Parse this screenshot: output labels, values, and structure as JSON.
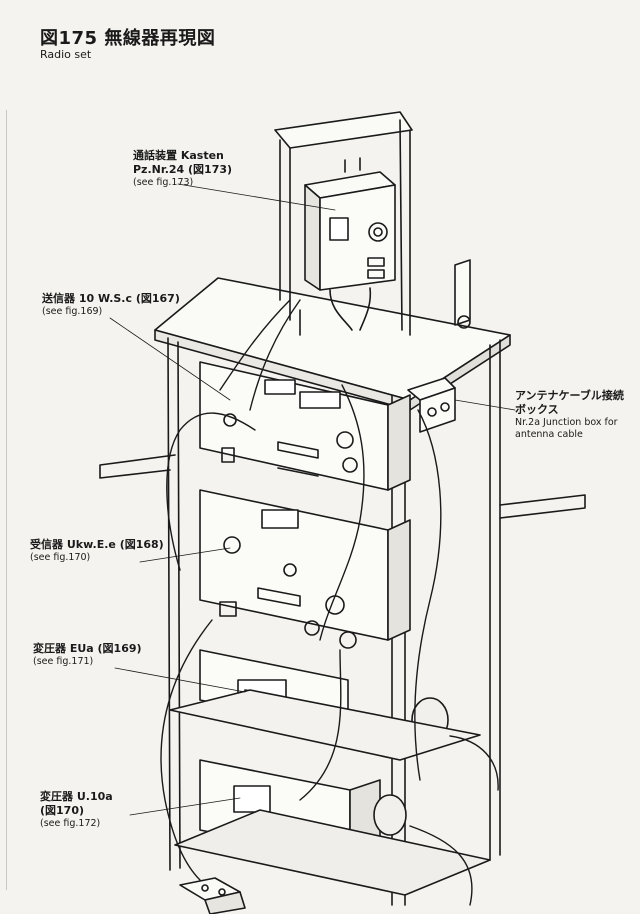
{
  "figure": {
    "title": "図175 無線器再現図",
    "subtitle": "Radio set"
  },
  "callouts": [
    {
      "id": "kasten",
      "jp1": "通話装置 Kasten",
      "jp2": "Pz.Nr.24 (図173)",
      "en": "(see fig.173)"
    },
    {
      "id": "sender",
      "jp1": "送信器 10 W.S.c (図167)",
      "jp2": "",
      "en": "(see fig.169)"
    },
    {
      "id": "antenna",
      "jp1": "アンテナケーブル接続",
      "jp2": "ボックス",
      "en": "Nr.2a Junction box for",
      "en2": "antenna cable"
    },
    {
      "id": "receiver",
      "jp1": "受信器 Ukw.E.e (図168)",
      "jp2": "",
      "en": "(see fig.170)"
    },
    {
      "id": "transformer-eua",
      "jp1": "変圧器 EUa (図169)",
      "jp2": "",
      "en": "(see fig.171)"
    },
    {
      "id": "transformer-u10a",
      "jp1": "変圧器 U.10a",
      "jp2": "(図170)",
      "en": "(see fig.172)"
    }
  ]
}
